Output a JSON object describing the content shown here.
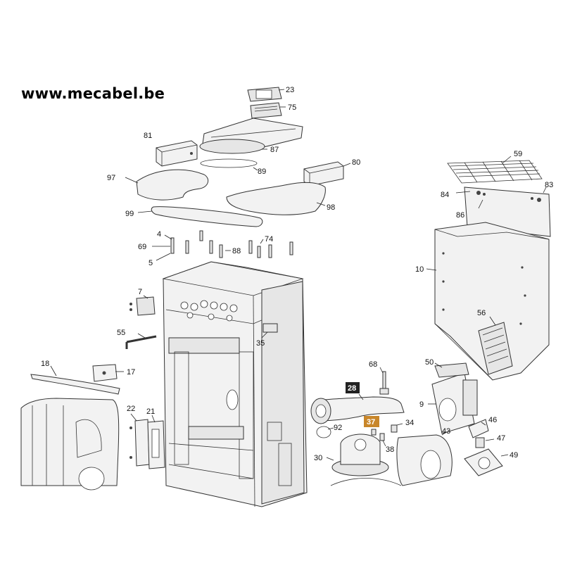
{
  "watermark": {
    "text": "www.mecabel.be"
  },
  "callouts": {
    "c23": "23",
    "c75": "75",
    "c81": "81",
    "c87": "87",
    "c89": "89",
    "c80": "80",
    "c97": "97",
    "c98": "98",
    "c99": "99",
    "c59": "59",
    "c83": "83",
    "c84": "84",
    "c86": "86",
    "c4": "4",
    "c69": "69",
    "c5": "5",
    "c88": "88",
    "c74": "74",
    "c10": "10",
    "c7": "7",
    "c55": "55",
    "c35": "35",
    "c56": "56",
    "c18": "18",
    "c17": "17",
    "c68": "68",
    "c50": "50",
    "c28": "28",
    "c9": "9",
    "c22": "22",
    "c21": "21",
    "c92": "92",
    "c37": "37",
    "c34": "34",
    "c46": "46",
    "c43": "43",
    "c47": "47",
    "c38": "38",
    "c30": "30",
    "c49": "49"
  },
  "highlight_colors": {
    "dark": "#222222",
    "orange": "#c8862a"
  }
}
